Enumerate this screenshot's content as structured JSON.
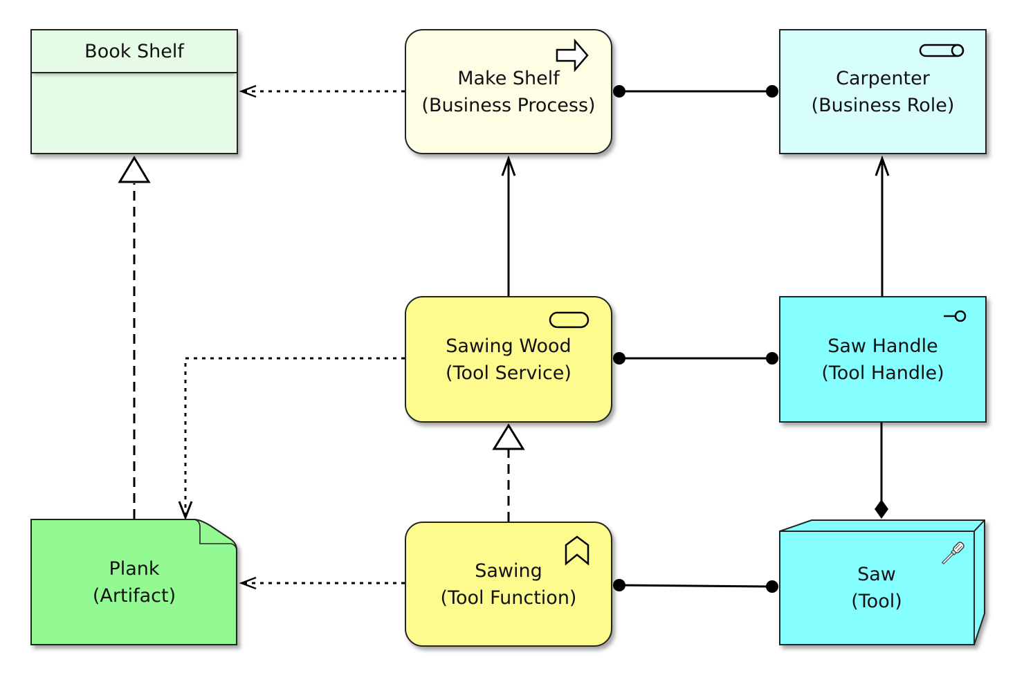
{
  "diagram": {
    "type": "ArchiMate-style model",
    "colors": {
      "artifact_fill": "#93fa93",
      "business_object_fill": "#e6fbe6",
      "business_process_fill": "#fefee4",
      "business_role_fill": "#d8fdfd",
      "tool_behavior_fill": "#fdfb8d",
      "tool_structure_fill": "#84fefe",
      "line": "#000000"
    },
    "nodes": [
      {
        "id": "book-shelf",
        "name": "Book Shelf",
        "kind": "",
        "element_type": "business-object"
      },
      {
        "id": "make-shelf",
        "name": "Make Shelf",
        "kind": "(Business Process)",
        "element_type": "business-process",
        "icon": "process-arrow-icon"
      },
      {
        "id": "carpenter",
        "name": "Carpenter",
        "kind": "(Business Role)",
        "element_type": "business-role",
        "icon": "role-icon"
      },
      {
        "id": "sawing-wood",
        "name": "Sawing Wood",
        "kind": "(Tool Service)",
        "element_type": "service",
        "icon": "service-icon"
      },
      {
        "id": "saw-handle",
        "name": "Saw Handle",
        "kind": "(Tool Handle)",
        "element_type": "interface",
        "icon": "interface-icon"
      },
      {
        "id": "plank",
        "name": "Plank",
        "kind": "(Artifact)",
        "element_type": "artifact"
      },
      {
        "id": "sawing",
        "name": "Sawing",
        "kind": "(Tool Function)",
        "element_type": "function",
        "icon": "function-chevron-icon"
      },
      {
        "id": "saw",
        "name": "Saw",
        "kind": "(Tool)",
        "element_type": "node-device",
        "icon": "screwdriver-icon"
      }
    ],
    "edges": [
      {
        "from": "make-shelf",
        "to": "book-shelf",
        "type": "access",
        "style": "dotted",
        "head": "open-arrow"
      },
      {
        "from": "make-shelf",
        "to": "carpenter",
        "type": "assignment",
        "style": "solid",
        "head": "dots"
      },
      {
        "from": "plank",
        "to": "book-shelf",
        "type": "realization",
        "style": "dashed",
        "head": "hollow-triangle"
      },
      {
        "from": "sawing-wood",
        "to": "make-shelf",
        "type": "used-by",
        "style": "solid",
        "head": "open-arrow"
      },
      {
        "from": "saw-handle",
        "to": "carpenter",
        "type": "used-by",
        "style": "solid",
        "head": "open-arrow"
      },
      {
        "from": "sawing-wood",
        "to": "saw-handle",
        "type": "assignment",
        "style": "solid",
        "head": "dots"
      },
      {
        "from": "sawing-wood",
        "to": "plank",
        "type": "access",
        "style": "dotted",
        "head": "open-arrow"
      },
      {
        "from": "sawing",
        "to": "sawing-wood",
        "type": "realization",
        "style": "dashed",
        "head": "hollow-triangle"
      },
      {
        "from": "saw",
        "to": "saw-handle",
        "type": "composition",
        "style": "solid",
        "head": "filled-diamond"
      },
      {
        "from": "sawing",
        "to": "plank",
        "type": "access",
        "style": "dotted",
        "head": "open-arrow"
      },
      {
        "from": "sawing",
        "to": "saw",
        "type": "assignment",
        "style": "solid",
        "head": "dots"
      }
    ]
  }
}
